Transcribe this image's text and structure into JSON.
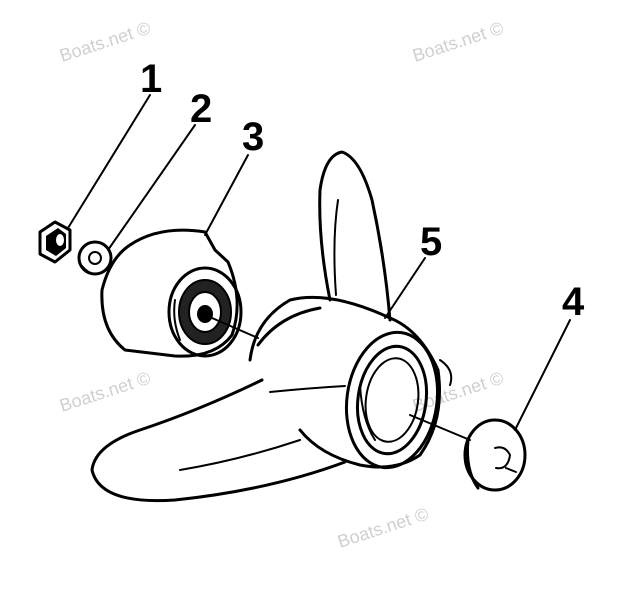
{
  "watermark": "Boats.net ©",
  "callouts": [
    {
      "id": "1",
      "label": "1"
    },
    {
      "id": "2",
      "label": "2"
    },
    {
      "id": "3",
      "label": "3"
    },
    {
      "id": "4",
      "label": "4"
    },
    {
      "id": "5",
      "label": "5"
    }
  ]
}
